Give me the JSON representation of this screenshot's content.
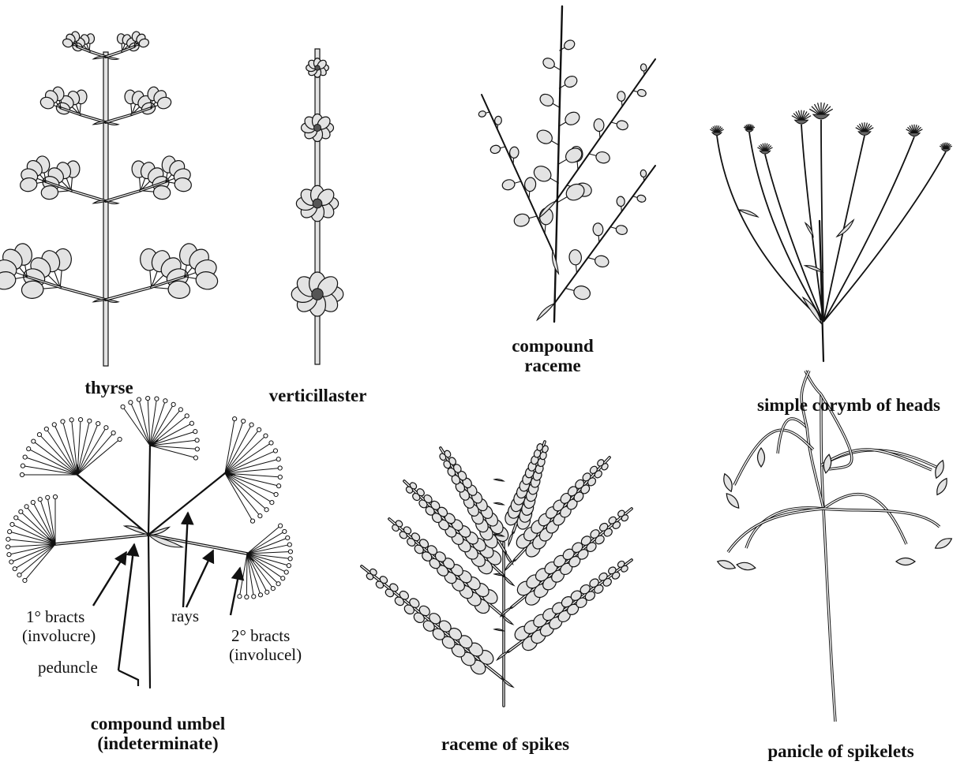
{
  "panels": {
    "thyrse": {
      "label": "thyrse"
    },
    "verticillaster": {
      "label": "verticillaster"
    },
    "compound_raceme": {
      "line1": "compound",
      "line2": "raceme"
    },
    "simple_corymb": {
      "label": "simple corymb of heads"
    },
    "compound_umbel": {
      "line1": "compound umbel",
      "line2": "(indeterminate)",
      "annotations": {
        "primary_bracts_1": "1° bracts",
        "primary_bracts_2": "(involucre)",
        "rays": "rays",
        "secondary_bracts_1": "2° bracts",
        "secondary_bracts_2": "(involucel)",
        "peduncle": "peduncle"
      }
    },
    "raceme_of_spikes": {
      "label": "raceme of spikes"
    },
    "panicle_of_spikelets": {
      "label": "panicle of spikelets"
    }
  },
  "colors": {
    "ink": "#111111",
    "fill": "#e3e3e3",
    "background": "#ffffff"
  }
}
